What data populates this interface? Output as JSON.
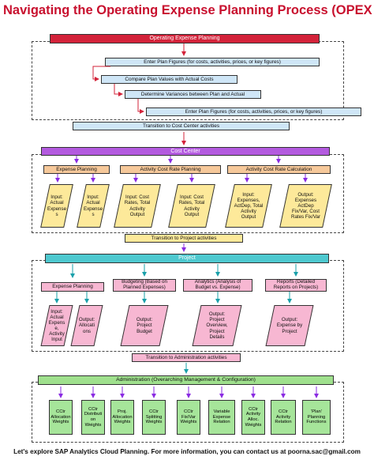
{
  "title": "Navigating the Operating Expense Planning Process (OPEX )",
  "opex": {
    "header": "Operating Expense Planning",
    "steps": [
      "Enter Plan Figures (for costs, activities, prices, or key figures)",
      "Compare Plan Values with Actual Costs",
      "Determine Variances between Plan and Actual",
      "Enter Plan Figures (for costs, activities, prices, or key figures)"
    ],
    "transition": "Transition to Cost Center activities"
  },
  "cost_center": {
    "header": "Cost Center",
    "groups": [
      {
        "label": "Expense Planning",
        "items": [
          "Input:\nActual\nExpense\ns",
          "Input:\nActual\nExpense\ns"
        ]
      },
      {
        "label": "Activity Cost Rate Planning",
        "items": [
          "Input: Cost\nRates, Total\nActivity\nOutput",
          "Input: Cost\nRates, Total\nActivity\nOutput"
        ]
      },
      {
        "label": "Activity Cost Rate Calculation",
        "items": [
          "Input:\nExpenses,\nActDep, Total\nActivity\nOutput",
          "Output:\nExpenses\nActDep\nFix/Var, Cost\nRates Fix/Var"
        ]
      }
    ],
    "transition": "Transition to Project activities"
  },
  "project": {
    "header": "Project",
    "groups": [
      {
        "label": "Expense Planning",
        "items": [
          "Input:\nActual\nExpens\ne,\nActivity\nInput",
          "Output:\nAllocati\nons"
        ]
      },
      {
        "label": "Budgeting (Based on\nPlanned Expenses)",
        "items": [
          "Output:\nProject\nBudget"
        ]
      },
      {
        "label": "Analytics (Analysis of\nBudget vs. Expense)",
        "items": [
          "Output:\nProject\nOverview,\nProject\nDetails"
        ]
      },
      {
        "label": "Reports (Detailed\nReports on Projects)",
        "items": [
          "Output:\nExpense by\nProject"
        ]
      }
    ],
    "transition": "Transition to Administration activities"
  },
  "administration": {
    "header": "Administration (Overarching Management & Configuration)",
    "items": [
      "CCtr\nAllocation\nWeights",
      "CCtr\nDistributi\non\nWeights",
      "Proj.\nAllocation\nWeights",
      "CCtr\nSplitting\nWeights",
      "CCtr\nFix/Var\nWeights",
      "Variable\nExpense\nRelation",
      "CCtr\nActivity\nAlloc.\nWeights",
      "CCtr\nActivity\nRelation",
      "'Plan'\nPlanning\nFunctions"
    ]
  },
  "footer": "Let's explore SAP Analytics Cloud Planning. For more information, you can contact us at poorna.sac@gmail.com",
  "colors": {
    "title": "#c8102e",
    "opex_header": "#d3233a",
    "opex_steps": "#cfe6f7",
    "cost_center_header": "#b35adf",
    "cost_center_groups": "#f6c89a",
    "cost_center_items": "#fde99a",
    "project_header": "#4ec8cf",
    "project_items": "#f7b7d2",
    "administration": "#9fe08d",
    "arrow_red": "#d3233a",
    "arrow_purple": "#8a2be2",
    "arrow_teal": "#1aa0aa"
  }
}
